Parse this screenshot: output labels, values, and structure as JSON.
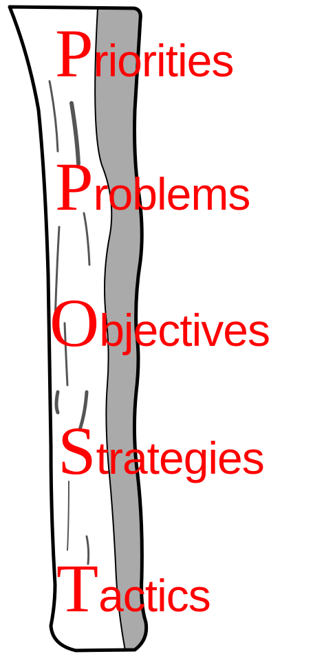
{
  "words": [
    {
      "initial": "P",
      "rest": "riorities"
    },
    {
      "initial": "P",
      "rest": "roblems"
    },
    {
      "initial": "O",
      "rest": "bjectives"
    },
    {
      "initial": "S",
      "rest": "trategies"
    },
    {
      "initial": "T",
      "rest": "actics"
    }
  ],
  "colors": {
    "text": "#ff0000",
    "pillar_face": "#ffffff",
    "pillar_side": "#aaaaaa",
    "outline": "#000000",
    "grain": "#555555"
  }
}
